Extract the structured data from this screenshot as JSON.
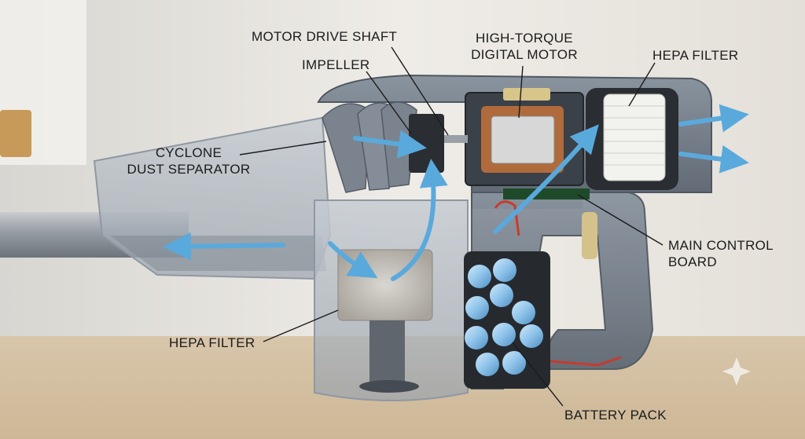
{
  "labels": {
    "motor_drive_shaft": "MOTOR DRIVE SHAFT",
    "impeller": "IMPELLER",
    "high_torque_line1": "HIGH-TORQUE",
    "high_torque_line2": "DIGITAL MOTOR",
    "hepa_filter_rear": "HEPA FILTER",
    "cyclone_line1": "CYCLONE",
    "cyclone_line2": "DUST SEPARATOR",
    "main_control_line1": "MAIN CONTROL",
    "main_control_line2": "BOARD",
    "hepa_filter_bin": "HEPA FILTER",
    "battery_pack": "BATTERY PACK"
  },
  "colors": {
    "airflow": "#5aa9dc",
    "background": "#e9e4dc",
    "table": "#d9c7ad",
    "body_shell": "#6f7a86",
    "label_text": "#1b1b1b"
  },
  "icons": [
    "sparkle-icon"
  ]
}
